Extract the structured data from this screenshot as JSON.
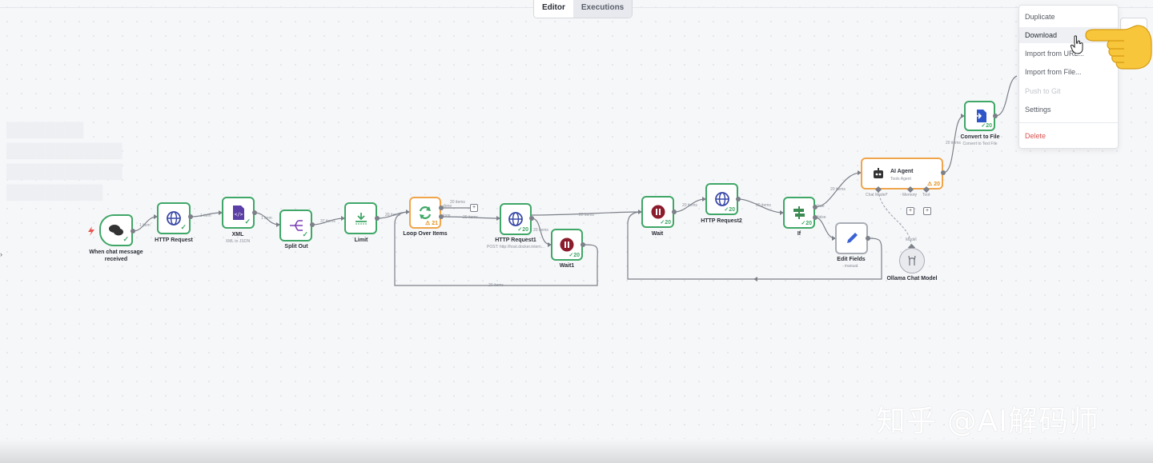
{
  "tabs": {
    "editor": "Editor",
    "executions": "Executions"
  },
  "menu": {
    "duplicate": "Duplicate",
    "download": "Download",
    "import_url": "Import from URL...",
    "import_file": "Import from File...",
    "push_git": "Push to Git",
    "settings": "Settings",
    "delete": "Delete"
  },
  "nodes": {
    "trigger": {
      "label": "When chat message",
      "label2": "received"
    },
    "http1": {
      "label": "HTTP Request"
    },
    "xml": {
      "label": "XML",
      "sub": "XML to JSON"
    },
    "split": {
      "label": "Split Out"
    },
    "limit": {
      "label": "Limit"
    },
    "loop": {
      "label": "Loop Over Items",
      "badge": "21",
      "out_done": "done",
      "out_loop": "loop"
    },
    "httpreq1": {
      "label": "HTTP Request1",
      "sub": "POST: http://host.docker.intern...",
      "badge": "20"
    },
    "wait1": {
      "label": "Wait1",
      "badge": "20"
    },
    "wait": {
      "label": "Wait",
      "badge": "20"
    },
    "httpreq2": {
      "label": "HTTP Request2",
      "badge": "20"
    },
    "if": {
      "label": "If",
      "badge": "20",
      "true": "true",
      "false": "false"
    },
    "edit": {
      "label": "Edit Fields",
      "sub": "manual"
    },
    "agent": {
      "label": "AI Agent",
      "sub": "Tools Agent",
      "badge": "20",
      "chat_model": "Chat Model*",
      "memory": "Memory",
      "tool": "Tool"
    },
    "convert": {
      "label": "Convert to File",
      "sub": "Convert to Text File",
      "badge": "20"
    },
    "ollama": {
      "label": "Ollama Chat Model",
      "model": "Model"
    }
  },
  "edges": {
    "e1": "1 item",
    "e2": "1 item",
    "e3": "1 item",
    "e4": "37 items",
    "e5": "20 items",
    "e6": "20 items",
    "e7": "20 items",
    "e8": "20 items",
    "e9": "20 items",
    "e10": "20 items",
    "e11": "20 items",
    "e12": "20 items",
    "e13": "20 items",
    "e14": "20 items"
  },
  "watermark": "知乎 @AI解码师",
  "colors": {
    "success": "#3fa767",
    "warning": "#f0a54b",
    "danger": "#d9534f",
    "http_icon": "#3b4aa8",
    "xml_icon": "#5b3ea6",
    "wait_icon": "#8b1c2c",
    "convert_icon": "#2f56c9",
    "edit_icon": "#3a62d4"
  }
}
